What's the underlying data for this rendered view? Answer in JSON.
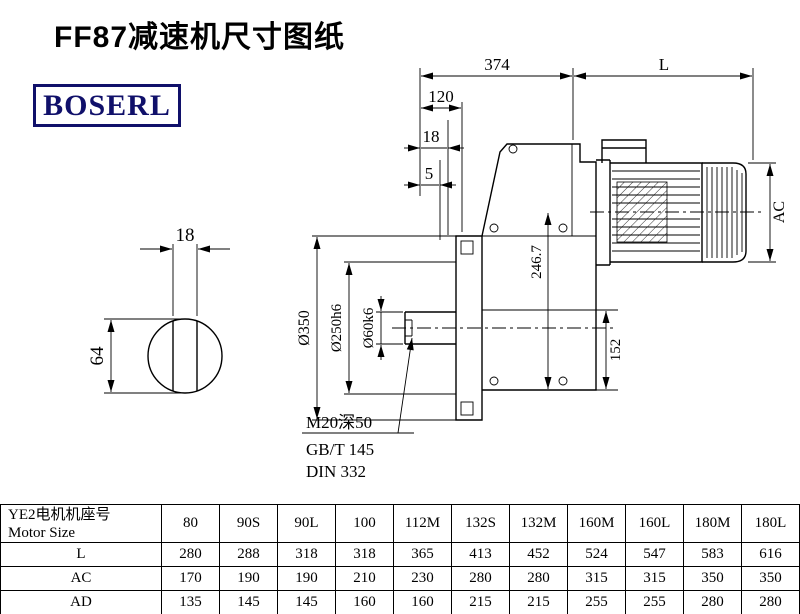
{
  "page": {
    "title": "FF87减速机尺寸图纸",
    "brand": "BOSERL"
  },
  "drawing": {
    "dim_374": "374",
    "dim_L": "L",
    "dim_120": "120",
    "dim_18": "18",
    "dim_5": "5",
    "dim_AC": "AC",
    "dim_246_7": "246.7",
    "dim_152": "152",
    "dia_350": "Ø350",
    "dia_250": "Ø250h6",
    "dia_60": "Ø60k6",
    "key_width": "18",
    "shaft_height": "64",
    "thread_note": "M20深50",
    "std_gbt": "GB/T 145",
    "std_din": "DIN 332"
  },
  "table": {
    "motor_size_cn": "YE2电机机座号",
    "motor_size_en": "Motor Size",
    "columns": [
      "80",
      "90S",
      "90L",
      "100",
      "112M",
      "132S",
      "132M",
      "160M",
      "160L",
      "180M",
      "180L"
    ],
    "row_L": {
      "label": "L",
      "values": [
        "280",
        "288",
        "318",
        "318",
        "365",
        "413",
        "452",
        "524",
        "547",
        "583",
        "616"
      ]
    },
    "row_AC": {
      "label": "AC",
      "values": [
        "170",
        "190",
        "190",
        "210",
        "230",
        "280",
        "280",
        "315",
        "315",
        "350",
        "350"
      ]
    },
    "row_AD": {
      "label": "AD",
      "values": [
        "135",
        "145",
        "145",
        "160",
        "160",
        "215",
        "215",
        "255",
        "255",
        "280",
        "280"
      ]
    }
  }
}
